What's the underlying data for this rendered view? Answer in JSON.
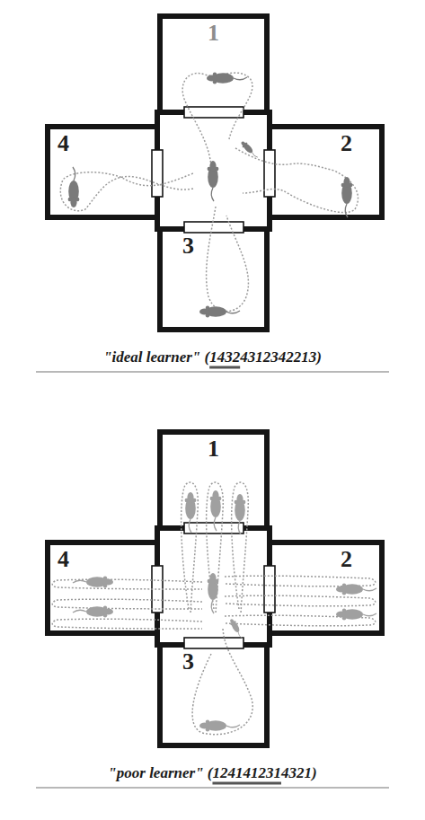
{
  "diagram": {
    "nodes": [
      {
        "text": [
          "1"
        ]
      },
      {
        "text": [
          "4"
        ]
      },
      {
        "text": [
          "2"
        ]
      },
      {
        "text": [
          "3"
        ]
      },
      {
        "text": [
          "1"
        ]
      },
      {
        "text": [
          "4"
        ]
      },
      {
        "text": [
          "2"
        ]
      },
      {
        "text": [
          "3"
        ]
      }
    ],
    "labels": [
      "\"ideal learner\" (14324312342213)",
      "\"poor learner\" (1241412314321)"
    ]
  }
}
